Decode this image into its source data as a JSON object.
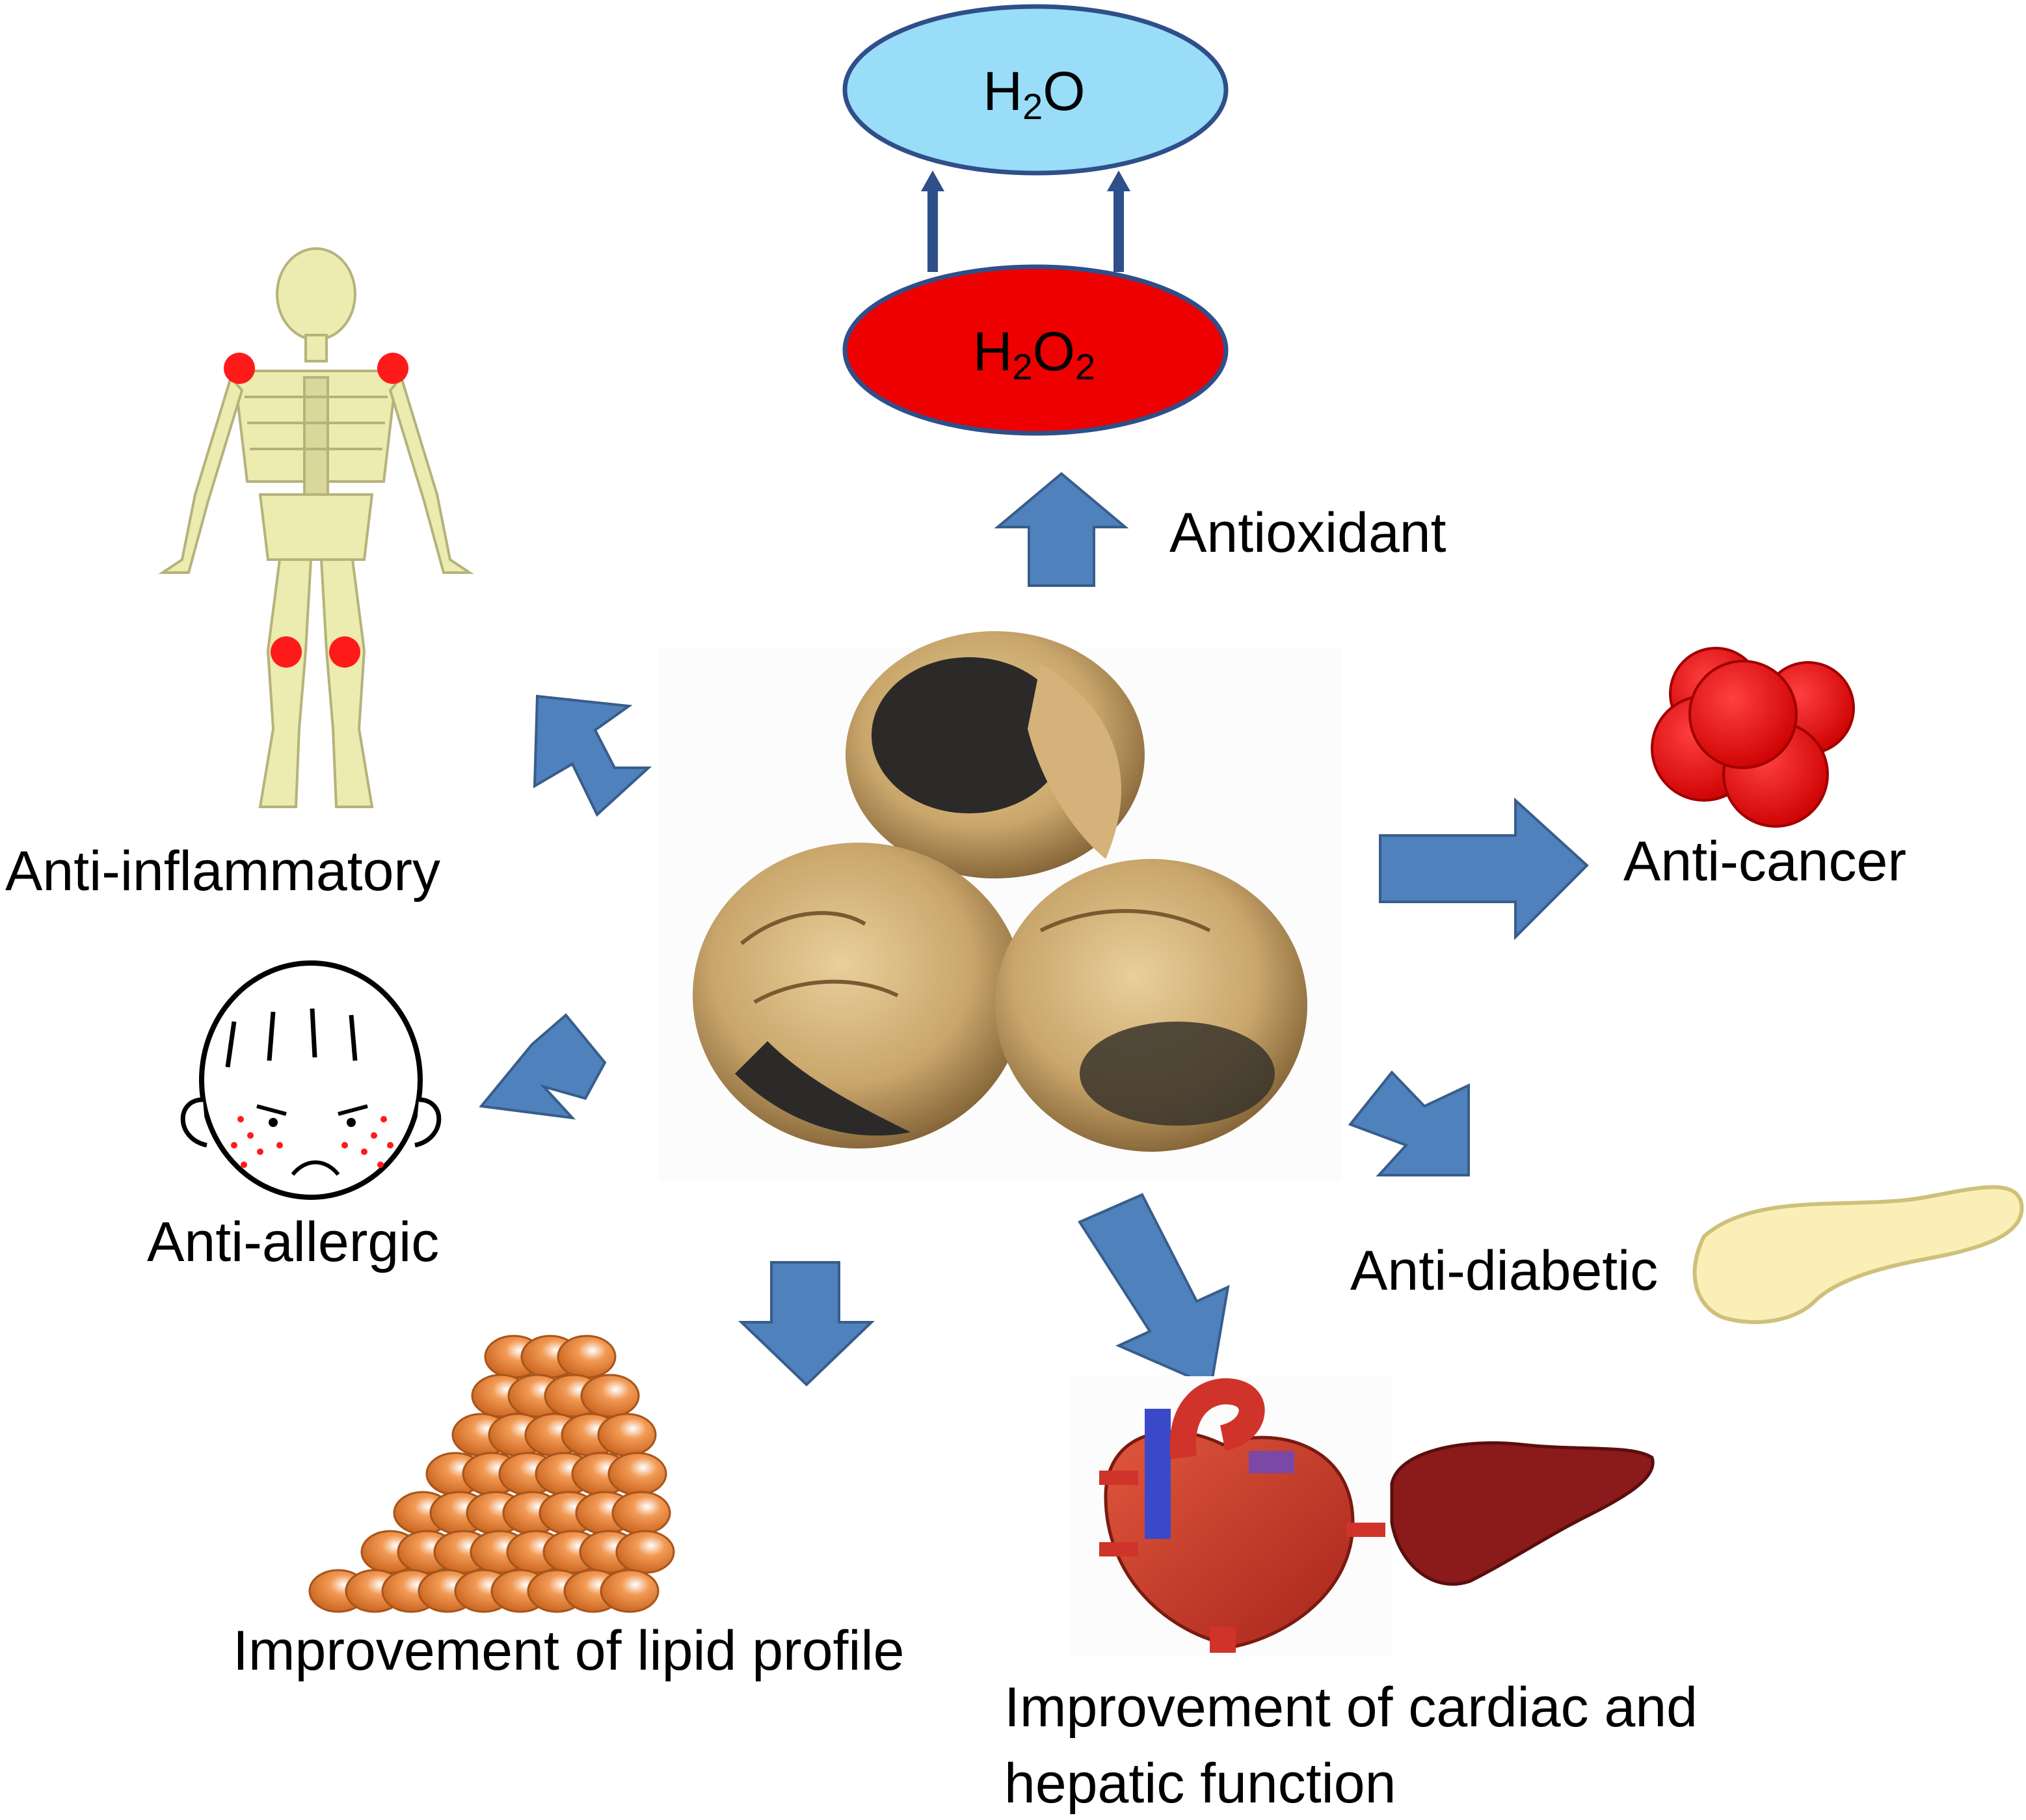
{
  "molecules": {
    "product": {
      "base": "H",
      "sub1": "2",
      "tail": "O",
      "sub2": ""
    },
    "reactant": {
      "base": "H",
      "sub1": "2",
      "tail": "O",
      "sub2": "2"
    }
  },
  "effects": {
    "antioxidant": "Antioxidant",
    "anti_inflammatory": "Anti-inflammatory",
    "anti_cancer": "Anti-cancer",
    "anti_allergic": "Anti-allergic",
    "anti_diabetic": "Anti-diabetic",
    "lipid": "Improvement of lipid profile",
    "cardiac_line1": "Improvement of cardiac and",
    "cardiac_line2": "hepatic function"
  },
  "colors": {
    "arrow": "#4f81bd",
    "arrow_edge": "#385d8a",
    "h2o_fill": "#99ddf9",
    "h2o2_fill": "#ee0000",
    "ellipse_edge": "#2e4f8a",
    "cancer_cells": "#dd1111",
    "inflammation": "#ff1a1a",
    "fat_cells": "#e8742a",
    "pancreas": "#fbefb8",
    "liver": "#8b1a1a",
    "heart": "#c93a2a",
    "garlic": "#c9a66b"
  },
  "icons": [
    "skeleton-icon",
    "child-face-icon",
    "black-garlic-icon",
    "cancer-cells-icon",
    "pancreas-icon",
    "fat-cells-icon",
    "heart-icon",
    "liver-icon"
  ]
}
